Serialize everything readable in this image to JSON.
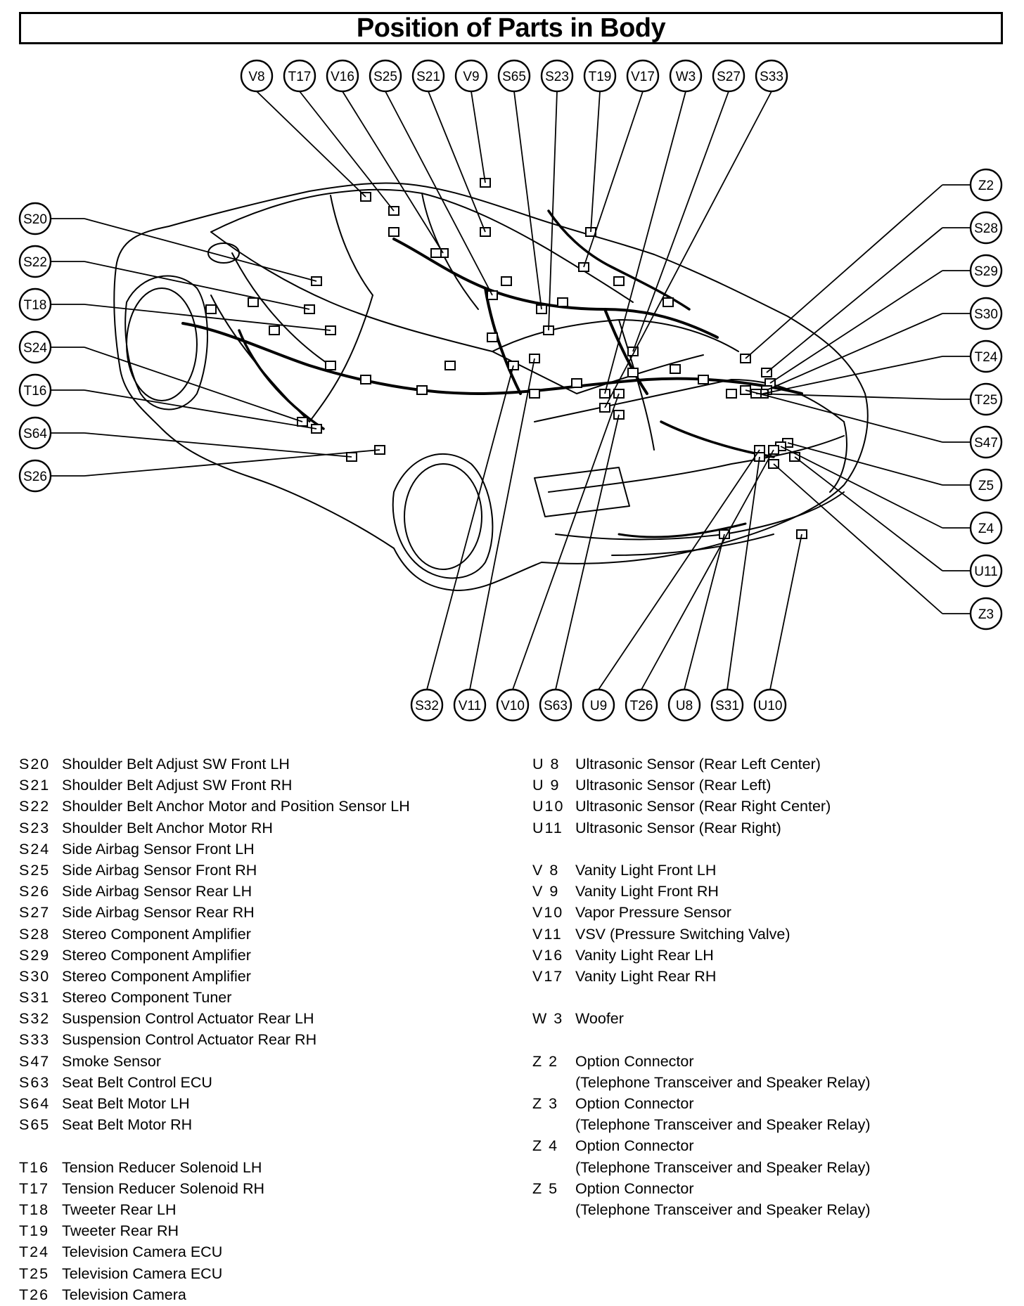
{
  "title": "Position of Parts in Body",
  "callouts": {
    "top": [
      "V8",
      "T17",
      "V16",
      "S25",
      "S21",
      "V9",
      "S65",
      "S23",
      "T19",
      "V17",
      "W3",
      "S27",
      "S33"
    ],
    "left": [
      "S20",
      "S22",
      "T18",
      "S24",
      "T16",
      "S64",
      "S26"
    ],
    "right": [
      "Z2",
      "S28",
      "S29",
      "S30",
      "T24",
      "T25",
      "S47",
      "Z5",
      "Z4",
      "U11",
      "Z3"
    ],
    "bottom": [
      "S32",
      "V11",
      "V10",
      "S63",
      "U9",
      "T26",
      "U8",
      "S31",
      "U10"
    ]
  },
  "legend_left": [
    {
      "code": "S20",
      "desc": "Shoulder Belt Adjust SW Front LH"
    },
    {
      "code": "S21",
      "desc": "Shoulder Belt Adjust SW Front RH"
    },
    {
      "code": "S22",
      "desc": "Shoulder Belt Anchor Motor and Position Sensor LH"
    },
    {
      "code": "S23",
      "desc": "Shoulder Belt Anchor Motor RH"
    },
    {
      "code": "S24",
      "desc": "Side Airbag Sensor Front LH"
    },
    {
      "code": "S25",
      "desc": "Side Airbag Sensor Front RH"
    },
    {
      "code": "S26",
      "desc": "Side Airbag Sensor Rear LH"
    },
    {
      "code": "S27",
      "desc": "Side Airbag Sensor Rear RH"
    },
    {
      "code": "S28",
      "desc": "Stereo Component Amplifier"
    },
    {
      "code": "S29",
      "desc": "Stereo Component Amplifier"
    },
    {
      "code": "S30",
      "desc": "Stereo Component Amplifier"
    },
    {
      "code": "S31",
      "desc": "Stereo Component Tuner"
    },
    {
      "code": "S32",
      "desc": "Suspension Control Actuator Rear LH"
    },
    {
      "code": "S33",
      "desc": "Suspension Control Actuator Rear RH"
    },
    {
      "code": "S47",
      "desc": "Smoke Sensor"
    },
    {
      "code": "S63",
      "desc": "Seat Belt Control ECU"
    },
    {
      "code": "S64",
      "desc": "Seat Belt Motor LH"
    },
    {
      "code": "S65",
      "desc": "Seat Belt Motor RH"
    },
    {
      "code": "",
      "desc": ""
    },
    {
      "code": "T16",
      "desc": "Tension Reducer Solenoid LH"
    },
    {
      "code": "T17",
      "desc": "Tension Reducer Solenoid RH"
    },
    {
      "code": "T18",
      "desc": "Tweeter Rear LH"
    },
    {
      "code": "T19",
      "desc": "Tweeter Rear RH"
    },
    {
      "code": "T24",
      "desc": "Television Camera ECU"
    },
    {
      "code": "T25",
      "desc": "Television Camera ECU"
    },
    {
      "code": "T26",
      "desc": "Television Camera"
    }
  ],
  "legend_right": [
    {
      "code": "U 8",
      "desc": "Ultrasonic Sensor (Rear Left Center)"
    },
    {
      "code": "U 9",
      "desc": "Ultrasonic Sensor (Rear Left)"
    },
    {
      "code": "U10",
      "desc": "Ultrasonic Sensor (Rear Right Center)"
    },
    {
      "code": "U11",
      "desc": "Ultrasonic Sensor (Rear Right)"
    },
    {
      "code": "",
      "desc": ""
    },
    {
      "code": "V 8",
      "desc": "Vanity Light Front LH"
    },
    {
      "code": "V 9",
      "desc": "Vanity Light Front RH"
    },
    {
      "code": "V10",
      "desc": "Vapor Pressure Sensor"
    },
    {
      "code": "V11",
      "desc": "VSV (Pressure Switching Valve)"
    },
    {
      "code": "V16",
      "desc": "Vanity Light Rear LH"
    },
    {
      "code": "V17",
      "desc": "Vanity Light Rear RH"
    },
    {
      "code": "",
      "desc": ""
    },
    {
      "code": "W 3",
      "desc": "Woofer"
    },
    {
      "code": "",
      "desc": ""
    },
    {
      "code": "Z 2",
      "desc": "Option Connector"
    },
    {
      "code": "",
      "desc": "(Telephone Transceiver and Speaker Relay)"
    },
    {
      "code": "Z 3",
      "desc": "Option Connector"
    },
    {
      "code": "",
      "desc": "(Telephone Transceiver and Speaker Relay)"
    },
    {
      "code": "Z 4",
      "desc": "Option Connector"
    },
    {
      "code": "",
      "desc": "(Telephone Transceiver and Speaker Relay)"
    },
    {
      "code": "Z 5",
      "desc": "Option Connector"
    },
    {
      "code": "",
      "desc": "(Telephone Transceiver and Speaker Relay)"
    }
  ]
}
